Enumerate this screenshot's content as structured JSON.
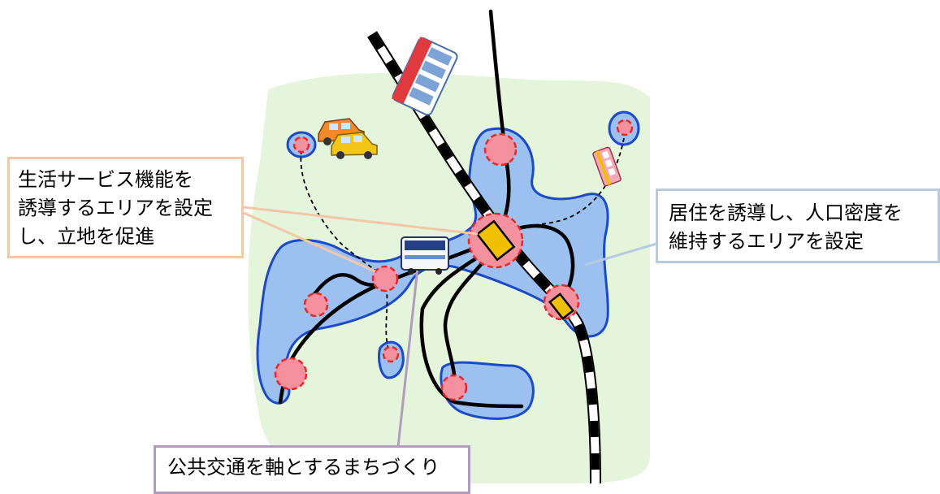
{
  "callouts": {
    "service_area": {
      "lines": [
        "生活サービス機能を",
        "誘導するエリアを設定",
        "し、立地を促進"
      ]
    },
    "residential_area": {
      "lines": [
        "居住を誘導し、人口密度を",
        "維持するエリアを設定"
      ]
    },
    "transit": {
      "lines": [
        "公共交通を軸とするまちづくり"
      ]
    }
  },
  "colors": {
    "city_background": "#e4f5dc",
    "residential_area_fill": "#9cc1f0",
    "residential_area_outline": "#1c49c8",
    "hub_fill": "#f5919e",
    "hub_outline": "#e6282a",
    "station": "#f0c000",
    "transit_line": "#000000",
    "service_callout_border": "#f4c7a8",
    "residential_callout_border": "#b7cbe0",
    "transit_callout_border": "#b09cbc"
  },
  "icons": [
    "train-icon",
    "cars-icon",
    "bus-icon",
    "small-bus-icon"
  ]
}
